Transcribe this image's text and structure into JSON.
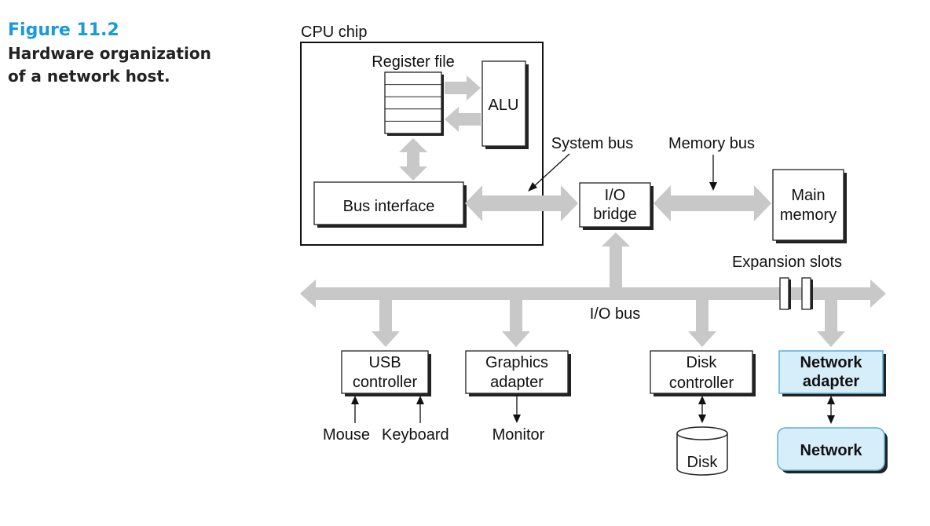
{
  "caption": {
    "figure_number": "Figure 11.2",
    "title_line1": "Hardware organization",
    "title_line2": "of a network host."
  },
  "labels": {
    "cpu_chip": "CPU chip",
    "register_file": "Register file",
    "alu": "ALU",
    "bus_interface": "Bus interface",
    "system_bus": "System bus",
    "memory_bus": "Memory bus",
    "io_bridge_line1": "I/O",
    "io_bridge_line2": "bridge",
    "main_memory_line1": "Main",
    "main_memory_line2": "memory",
    "expansion_slots": "Expansion slots",
    "io_bus": "I/O bus",
    "usb_line1": "USB",
    "usb_line2": "controller",
    "graphics_line1": "Graphics",
    "graphics_line2": "adapter",
    "disk_ctrl_line1": "Disk",
    "disk_ctrl_line2": "controller",
    "network_adapter_line1": "Network",
    "network_adapter_line2": "adapter",
    "mouse": "Mouse",
    "keyboard": "Keyboard",
    "monitor": "Monitor",
    "disk": "Disk",
    "network": "Network"
  },
  "colors": {
    "caption_accent": "#1a9ad6",
    "bus_gray": "#c8c8c8",
    "highlight_fill": "#d6eef9",
    "highlight_stroke": "#5aaedb"
  }
}
